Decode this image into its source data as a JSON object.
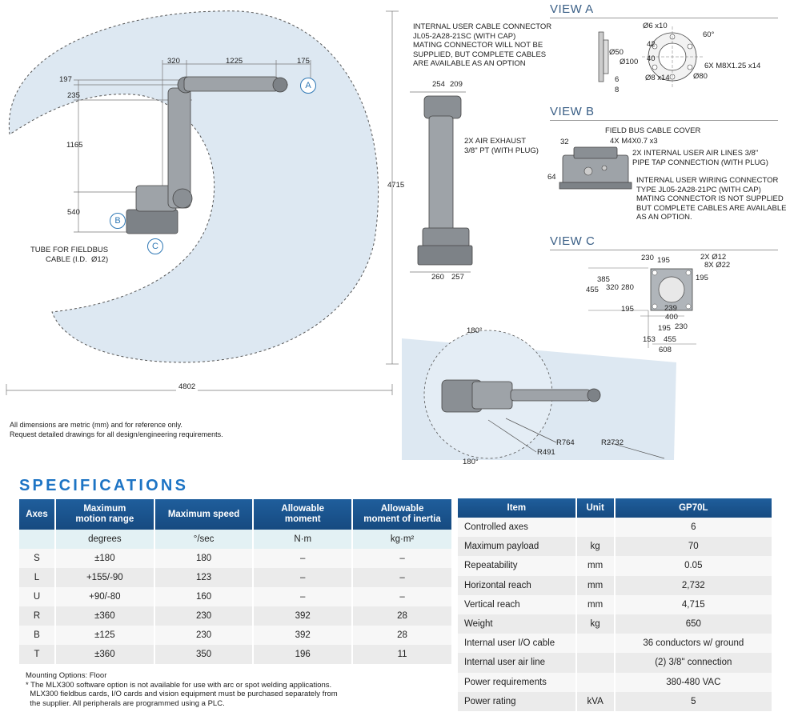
{
  "drawing": {
    "side": {
      "dims": {
        "d320": "320",
        "d1225": "1225",
        "d175": "175",
        "d197": "197",
        "d235": "235",
        "d1165": "1165",
        "d540": "540",
        "d4715": "4715",
        "d4802": "4802"
      },
      "markers": {
        "a": "A",
        "b": "B",
        "c": "C"
      },
      "tube_note": "TUBE FOR FIELDBUS\nCABLE (I.D.  Ø12)"
    },
    "disclaimer": "All dimensions are metric (mm) and for reference only.\nRequest detailed drawings for all design/engineering requirements.",
    "front": {
      "connector_note": "INTERNAL USER CABLE CONNECTOR\nJL05-2A28-21SC (WITH CAP)\nMATING CONNECTOR WILL NOT BE\nSUPPLIED, BUT COMPLETE CABLES\nARE AVAILABLE AS AN OPTION",
      "air_note": "2X AIR EXHAUST\n3/8\" PT (WITH PLUG)",
      "d254": "254",
      "d209": "209",
      "d260": "260",
      "d257": "257"
    },
    "top": {
      "a180top": "180°",
      "a180bot": "180°",
      "r764": "R764",
      "r491": "R491",
      "r2732": "R2732"
    },
    "view_a": {
      "title": "VIEW A",
      "d6x10": "Ø6 x10",
      "d42": "42",
      "d40": "40",
      "d60": "60°",
      "d50": "Ø50",
      "d100": "Ø100",
      "d6": "6",
      "d8": "8",
      "d8x14": "Ø8 x14",
      "dm8": "6X M8X1.25 x14",
      "d80": "Ø80"
    },
    "view_b": {
      "title": "VIEW B",
      "cover": "FIELD BUS CABLE COVER",
      "m4": "4X M4X0.7 x3",
      "air": "2X INTERNAL USER AIR LINES 3/8\"\nPIPE TAP CONNECTION (WITH PLUG)",
      "wiring": "INTERNAL USER WIRING CONNECTOR\nTYPE JL05-2A28-21PC (WITH CAP)\nMATING CONNECTOR IS NOT SUPPLIED\nBUT COMPLETE CABLES ARE AVAILABLE\nAS AN OPTION.",
      "d32": "32",
      "d64": "64"
    },
    "view_c": {
      "title": "VIEW C",
      "d230a": "230",
      "d195a": "195",
      "d2x12": "2X Ø12",
      "d8x22": "8X Ø22",
      "d195b": "195",
      "d385": "385",
      "d455a": "455",
      "d320": "320",
      "d280": "280",
      "d195c": "195",
      "d239": "239",
      "d400": "400",
      "d195d": "195",
      "d230b": "230",
      "d153": "153",
      "d455b": "455",
      "d608": "608"
    }
  },
  "specs": {
    "title": "SPECIFICATIONS",
    "axes_table": {
      "headers": [
        "Axes",
        "Maximum\nmotion range",
        "Maximum speed",
        "Allowable\nmoment",
        "Allowable\nmoment of inertia"
      ],
      "units": [
        "",
        "degrees",
        "°/sec",
        "N·m",
        "kg·m²"
      ],
      "rows": [
        [
          "S",
          "±180",
          "180",
          "–",
          "–"
        ],
        [
          "L",
          "+155/-90",
          "123",
          "–",
          "–"
        ],
        [
          "U",
          "+90/-80",
          "160",
          "–",
          "–"
        ],
        [
          "R",
          "±360",
          "230",
          "392",
          "28"
        ],
        [
          "B",
          "±125",
          "230",
          "392",
          "28"
        ],
        [
          "T",
          "±360",
          "350",
          "196",
          "11"
        ]
      ]
    },
    "footnote": "Mounting Options: Floor\n* The MLX300 software option is not available for use with arc or spot welding applications.\n  MLX300 fieldbus cards, I/O cards and vision equipment must be purchased separately from\n  the supplier. All peripherals are programmed using a PLC.",
    "main_table": {
      "headers": [
        "Item",
        "Unit",
        "GP70L"
      ],
      "rows": [
        [
          "Controlled axes",
          "",
          "6"
        ],
        [
          "Maximum payload",
          "kg",
          "70"
        ],
        [
          "Repeatability",
          "mm",
          "0.05"
        ],
        [
          "Horizontal reach",
          "mm",
          "2,732"
        ],
        [
          "Vertical reach",
          "mm",
          "4,715"
        ],
        [
          "Weight",
          "kg",
          "650"
        ],
        [
          "Internal user I/O cable",
          "",
          "36 conductors w/ ground"
        ],
        [
          "Internal user air line",
          "",
          "(2) 3/8\" connection"
        ],
        [
          "Power requirements",
          "",
          "380-480 VAC"
        ],
        [
          "Power rating",
          "kVA",
          "5"
        ]
      ]
    }
  }
}
